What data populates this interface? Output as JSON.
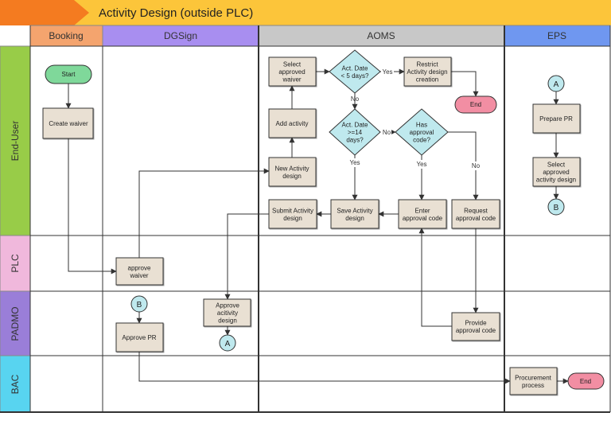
{
  "title": "Activity Design (outside PLC)",
  "columns": [
    {
      "label": "Booking",
      "color": "#f4a46e"
    },
    {
      "label": "DGSign",
      "color": "#a88ef0"
    },
    {
      "label": "AOMS",
      "color": "#c8c8c8"
    },
    {
      "label": "EPS",
      "color": "#6f97f0"
    }
  ],
  "rows": [
    {
      "label": "End-User",
      "color": "#98cc48"
    },
    {
      "label": "PLC",
      "color": "#f0b8dc"
    },
    {
      "label": "PADMO",
      "color": "#9a7ed8"
    },
    {
      "label": "BAC",
      "color": "#58d4f0"
    }
  ],
  "colors": {
    "banner": "#fcc53a",
    "banner_dark": "#f47b20",
    "process_fill": "#e9e0d3",
    "decision_fill": "#bfe9ee",
    "start_fill": "#7fd89a",
    "end_fill": "#f28ea3",
    "connector_fill": "#bfe9ee"
  },
  "nodes": {
    "start": {
      "label": "Start"
    },
    "create_waiver": {
      "label": "Create waiver"
    },
    "approve_waiver": {
      "label": "approve\nwaiver"
    },
    "approve_pr": {
      "label": "Approve PR"
    },
    "approve_activity_design": {
      "label": "Approve\nacitivity\ndesign"
    },
    "select_waiver": {
      "label": "Select\napproved\nwaiver"
    },
    "dec_5days": {
      "label": "Act. Date\n< 5 days?"
    },
    "restrict": {
      "label": "Restrict\nActivity design\ncreation"
    },
    "end_aoms": {
      "label": "End"
    },
    "add_activity": {
      "label": "Add activity"
    },
    "dec_14days": {
      "label": "Act. Date\n>=14\ndays?"
    },
    "dec_approval": {
      "label": "Has\napproval\ncode?"
    },
    "new_activity": {
      "label": "New Activity\ndesign"
    },
    "submit_activity": {
      "label": "Submit Activity\ndesign"
    },
    "save_activity": {
      "label": "Save Activity\ndesign"
    },
    "enter_code": {
      "label": "Enter\napproval code"
    },
    "request_code": {
      "label": "Request\napproval code"
    },
    "provide_code": {
      "label": "Provide\napproval code"
    },
    "prepare_pr": {
      "label": "Prepare PR"
    },
    "select_activity": {
      "label": "Select\napproved\nactivity design"
    },
    "procurement": {
      "label": "Procurement\nprocess"
    },
    "end_bac": {
      "label": "End"
    }
  },
  "connectors": {
    "a_eps": "A",
    "b_eps": "B",
    "b_dgsign": "B",
    "a_dgsign": "A"
  },
  "edge_labels": {
    "yes_restrict": "Yes",
    "no_5days": "No",
    "no_14days": "No",
    "yes_save": "Yes",
    "yes_enter": "Yes",
    "no_request": "No"
  }
}
